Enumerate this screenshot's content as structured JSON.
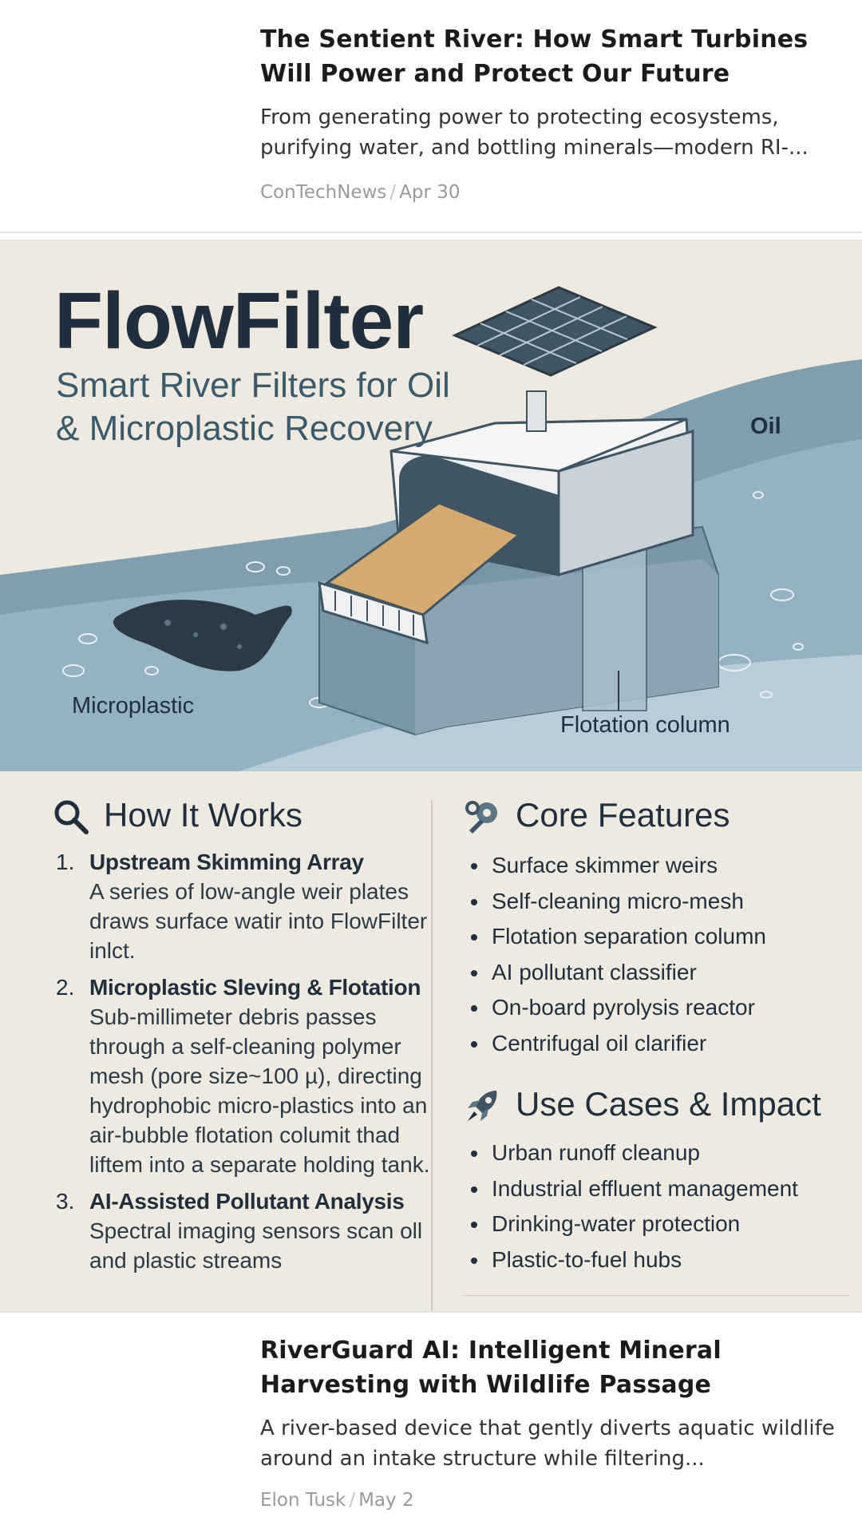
{
  "top_card": {
    "title": "The Sentient River: How Smart Turbines Will Power and Protect Our Future",
    "excerpt": "From generating power to protecting ecosystems, purifying water, and bottling minerals—modern RI-...",
    "source": "ConTechNews",
    "date": "Apr  30"
  },
  "infographic": {
    "brand": "FlowFilter",
    "subtitle": "Smart River Filters for Oil & Microplastic Recovery",
    "labels": {
      "oil": "Oil",
      "microplastic": "Microplastic",
      "flotation": "Flotation column"
    },
    "how_it_works": {
      "heading": "How It Works",
      "icon": "magnifier-icon",
      "steps": [
        {
          "num": "1.",
          "title": "Upstream Skimming Array",
          "body": "A series of low-angle weir plates draws surface watir into FlowFilter inlct."
        },
        {
          "num": "2.",
          "title": "Microplastic Sleving & Flotation",
          "body": "Sub-millimeter debris passes through a self-cleaning polymer mesh (pore size~100 µ), directing hydrophobic micro-plastics into an air-bubble flotation columit thad liftem into a separate holding tank."
        },
        {
          "num": "3.",
          "title": "AI-Assisted Pollutant Analysis",
          "body": "Spectral imaging sensors scan oll and plastic streams"
        }
      ]
    },
    "core_features": {
      "heading": "Core Features",
      "icon": "wrench-gear-icon",
      "items": [
        "Surface skimmer weirs",
        "Self-cleaning micro-mesh",
        "Flotation separation column",
        "AI pollutant classifier",
        "On-board pyrolysis reactor",
        "Centrifugal oil clarifier"
      ]
    },
    "use_cases": {
      "heading": "Use Cases & Impact",
      "icon": "rocket-icon",
      "items": [
        "Urban runoff cleanup",
        "Industrial effluent management",
        "Drinking-water protection",
        "Plastic-to-fuel hubs"
      ]
    },
    "colors": {
      "background": "#eeeae0",
      "heading": "#1f2f3e",
      "accent": "#3b5a6c",
      "water": "#7f9fb1"
    }
  },
  "bottom_card": {
    "title": "RiverGuard AI: Intelligent Mineral Harvesting with Wildlife Passage",
    "excerpt": "A river-based device that gently diverts aquatic wildlife around an intake structure while filtering...",
    "source": "Elon  Tusk",
    "date": "May  2"
  }
}
